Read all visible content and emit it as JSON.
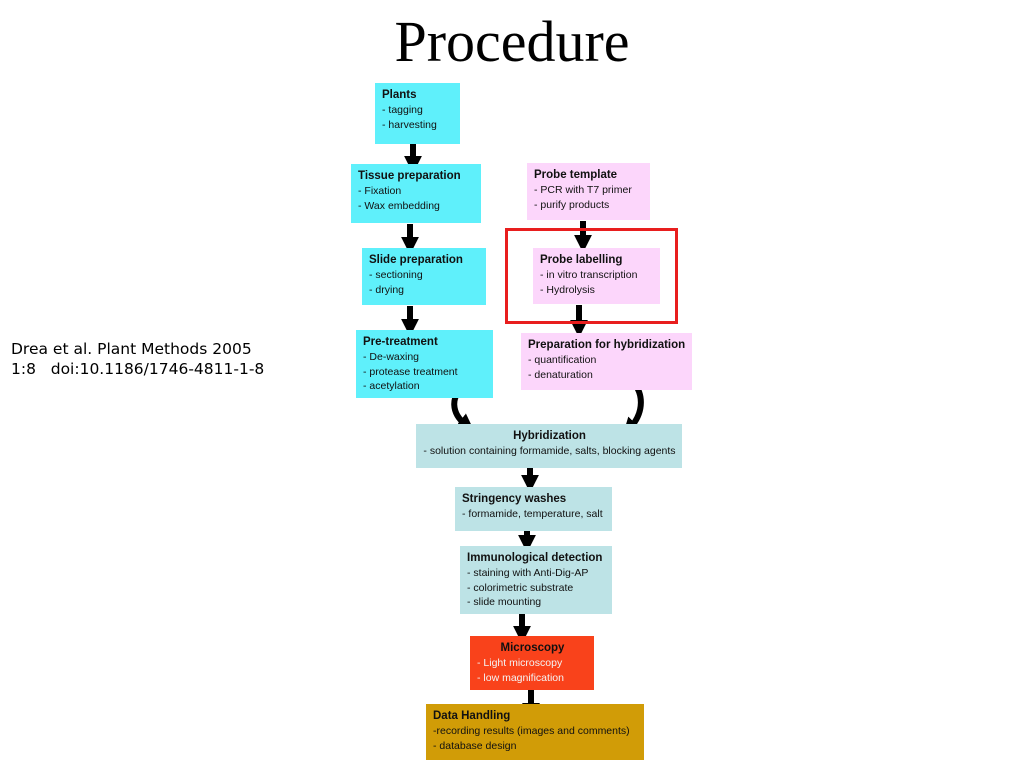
{
  "slide": {
    "title": "Procedure"
  },
  "citation": {
    "line1": "Drea et al. Plant Methods 2005",
    "line2": "1:8   doi:10.1186/1746-4811-1-8"
  },
  "colors": {
    "plant_steps": "#5ff0fb",
    "probe_steps": "#fcd6fb",
    "shared_steps": "#bde3e6",
    "microscopy": "#f9421b",
    "data_handling": "#d19c07",
    "highlight_border": "#e81e1e"
  },
  "flow": {
    "plants": {
      "title": "Plants",
      "items": [
        "- tagging",
        "- harvesting"
      ]
    },
    "tissue": {
      "title": "Tissue preparation",
      "items": [
        "- Fixation",
        "- Wax embedding"
      ]
    },
    "slide_prep": {
      "title": "Slide preparation",
      "items": [
        "- sectioning",
        "- drying"
      ]
    },
    "pretreat": {
      "title": "Pre-treatment",
      "items": [
        "- De-waxing",
        "- protease treatment",
        "- acetylation"
      ]
    },
    "probe_template": {
      "title": "Probe template",
      "items": [
        "- PCR with T7 primer",
        "- purify products"
      ]
    },
    "probe_label": {
      "title": "Probe labelling",
      "items": [
        "- in vitro transcription",
        "- Hydrolysis"
      ]
    },
    "prep_hyb": {
      "title": "Preparation for hybridization",
      "items": [
        "- quantification",
        "- denaturation"
      ]
    },
    "hybrid": {
      "title": "Hybridization",
      "items": [
        "- solution containing formamide, salts, blocking agents"
      ]
    },
    "stringency": {
      "title": "Stringency washes",
      "items": [
        "- formamide, temperature, salt"
      ]
    },
    "immuno": {
      "title": "Immunological detection",
      "items": [
        "- staining with Anti-Dig-AP",
        "- colorimetric substrate",
        "- slide mounting"
      ]
    },
    "microscopy": {
      "title": "Microscopy",
      "items": [
        "- Light microscopy",
        "- low magnification"
      ]
    },
    "data": {
      "title": "Data Handling",
      "items": [
        "-recording results (images and comments)",
        "- database design"
      ]
    }
  }
}
